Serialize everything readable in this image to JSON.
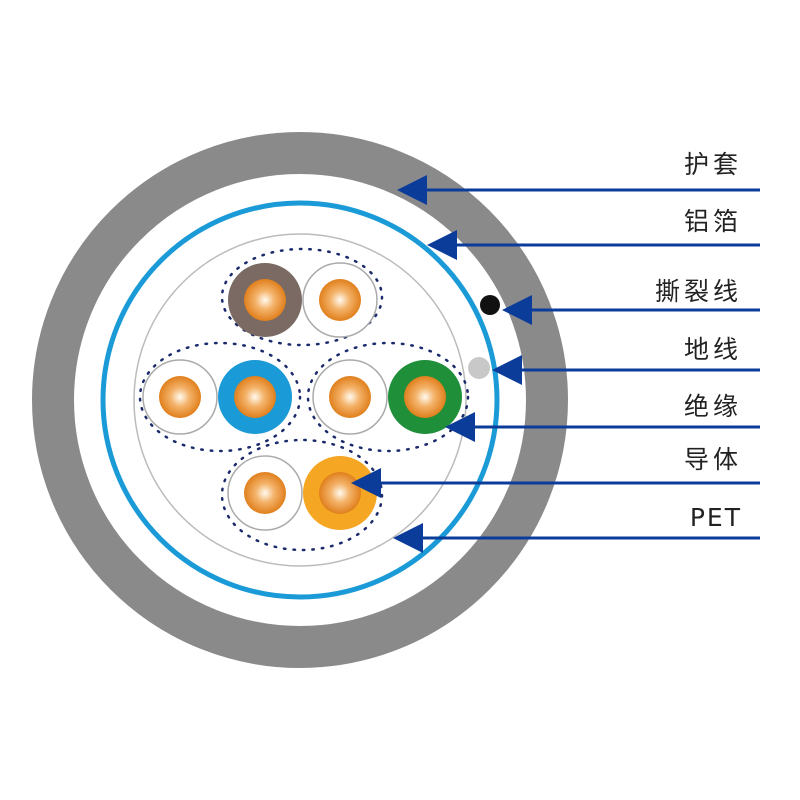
{
  "labels": {
    "jacket": "护套",
    "foil": "铝箔",
    "ripcord": "撕裂线",
    "drain": "地线",
    "insulation": "绝缘",
    "conductor": "导体",
    "pet": "PET"
  },
  "colors": {
    "jacket": "#8a8a8a",
    "foil": "#1a9ad6",
    "arrow": "#0b3c99",
    "brown": "#7a6a63",
    "blue": "#1a9ad6",
    "green": "#1f8f3a",
    "orange": "#f5a623",
    "copper": "#e8882a"
  }
}
